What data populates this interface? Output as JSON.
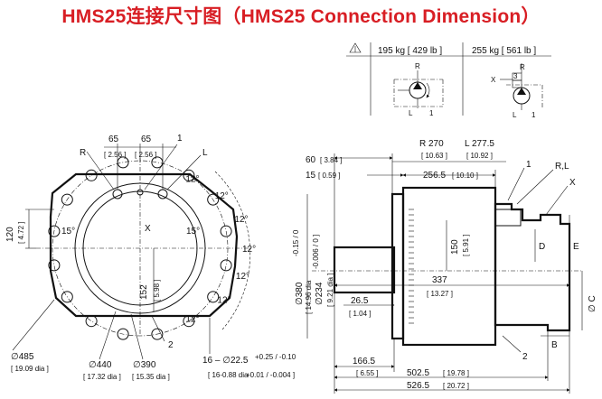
{
  "title": "HMS25连接尺寸图（HMS25 Connection Dimension）",
  "weight_table": {
    "col1": "195 kg  [ 429 lb ]",
    "col2": "255 kg  [ 561 lb ]",
    "sym_R1": "R",
    "sym_L1": "L",
    "sym_11": "1",
    "sym_R2": "R",
    "sym_L2": "L",
    "sym_12": "1",
    "sym_X2": "X",
    "sym_3": "3"
  },
  "front_view": {
    "d65a": "65",
    "d65b": "65",
    "d256a": "[ 2.56 ]",
    "d256b": "[ 2.56 ]",
    "R": "R",
    "one": "1",
    "L": "L",
    "d120": "120",
    "d472": "[ 4.72 ]",
    "a15a": "15°",
    "a15b": "15°",
    "X": "X",
    "d152": "152",
    "d598": "[ 5.98 ]",
    "a12": [
      "12°",
      "12°",
      "12°",
      "12°",
      "12°",
      "12°",
      "12°"
    ],
    "d485": "∅485",
    "d1909": "[ 19.09 dia ]",
    "d440": "∅440",
    "d1732": "[ 17.32 dia ]",
    "d390": "∅390",
    "d1535": "[ 15.35 dia ]",
    "two": "2",
    "holes": "16 – ∅22.5",
    "holes_tol": "+0.25 / -0.10",
    "holes_in": "[ 16-0.88 dia",
    "holes_in_tol": "+0.01 / -0.004 ]"
  },
  "side_view": {
    "d60": "60",
    "d384": "[ 3.84 ]",
    "r270": "R 270",
    "r1063": "[ 10.63 ]",
    "l2775": "L 277.5",
    "l1092": "[ 10.92 ]",
    "one": "1",
    "RL": "R,L",
    "X": "X",
    "d15": "15",
    "d059": "[ 0.59 ]",
    "d2565": "256.5",
    "d1010": "[ 10.10 ]",
    "d150": "150",
    "d591": "[ 5.91 ]",
    "D": "D",
    "E": "E",
    "d380": "∅380",
    "d380tol": "-0.15 / 0",
    "d1496": "[ 14.96 dia",
    "d1496tol": "-0.006 / 0 ]",
    "d234": "∅234",
    "d921": "[ 9.21 dia ]",
    "d337": "337",
    "d1327": "[ 13.27 ]",
    "d265": "26.5",
    "d104": "[ 1.04 ]",
    "C": "∅ C",
    "B": "B",
    "two": "2",
    "d1665": "166.5",
    "d655": "[ 6.55 ]",
    "d5025": "502.5",
    "d1978": "[ 19.78 ]",
    "d5265": "526.5",
    "d2072": "[ 20.72 ]"
  }
}
